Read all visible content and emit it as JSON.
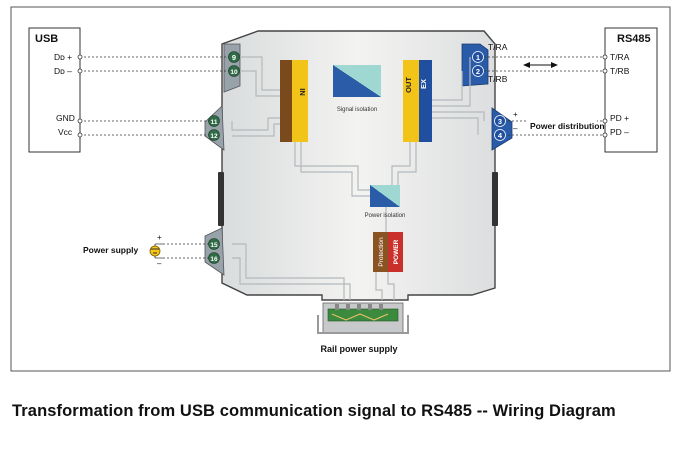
{
  "usb": {
    "title": "USB",
    "pin_d_plus": "Dᴅ +",
    "pin_d_minus": "Dᴅ –",
    "pin_gnd": "GND",
    "pin_vcc": "Vcc"
  },
  "rs485": {
    "title": "RS485",
    "pin_tra": "T/RA",
    "pin_trb": "T/RB",
    "pin_pd_plus": "PD +",
    "pin_pd_minus": "PD –"
  },
  "terminals": {
    "t9": "9",
    "t10": "10",
    "t11": "11",
    "t12": "12",
    "t15": "15",
    "t16": "16",
    "t1": "1",
    "t2": "2",
    "t3": "3",
    "t4": "4"
  },
  "module": {
    "in_label": "IN",
    "out_label": "OUT",
    "ex_label": "EX",
    "signal_isolation": "Signal isolation",
    "power_isolation": "Power isolation",
    "protection_label": "Protection",
    "power_label": "POWER"
  },
  "side_labels": {
    "tra": "T/RA",
    "trb": "T/RB",
    "plus_sign": "+",
    "minus_sign": "–",
    "power_distribution": "Power distribution",
    "power_supply": "Power supply",
    "supply_plus": "+",
    "supply_minus": "–",
    "rail_power_supply": "Rail power supply"
  },
  "caption": "Transformation from USB communication signal to RS485 -- Wiring Diagram",
  "colors": {
    "in_brown": "#7a4a1c",
    "in_yellow": "#f2c318",
    "out_yellow": "#f2c318",
    "ex_blue": "#1f4f9e",
    "terminal_blue": "#2a5ba8",
    "terminal_gray": "#8f9aa3",
    "terminal_green": "#2f6b45",
    "protection_brown": "#8a5422",
    "power_red": "#c9302c",
    "isolation_teal": "#8fd0cc",
    "isolation_blue": "#2a5ca8"
  }
}
